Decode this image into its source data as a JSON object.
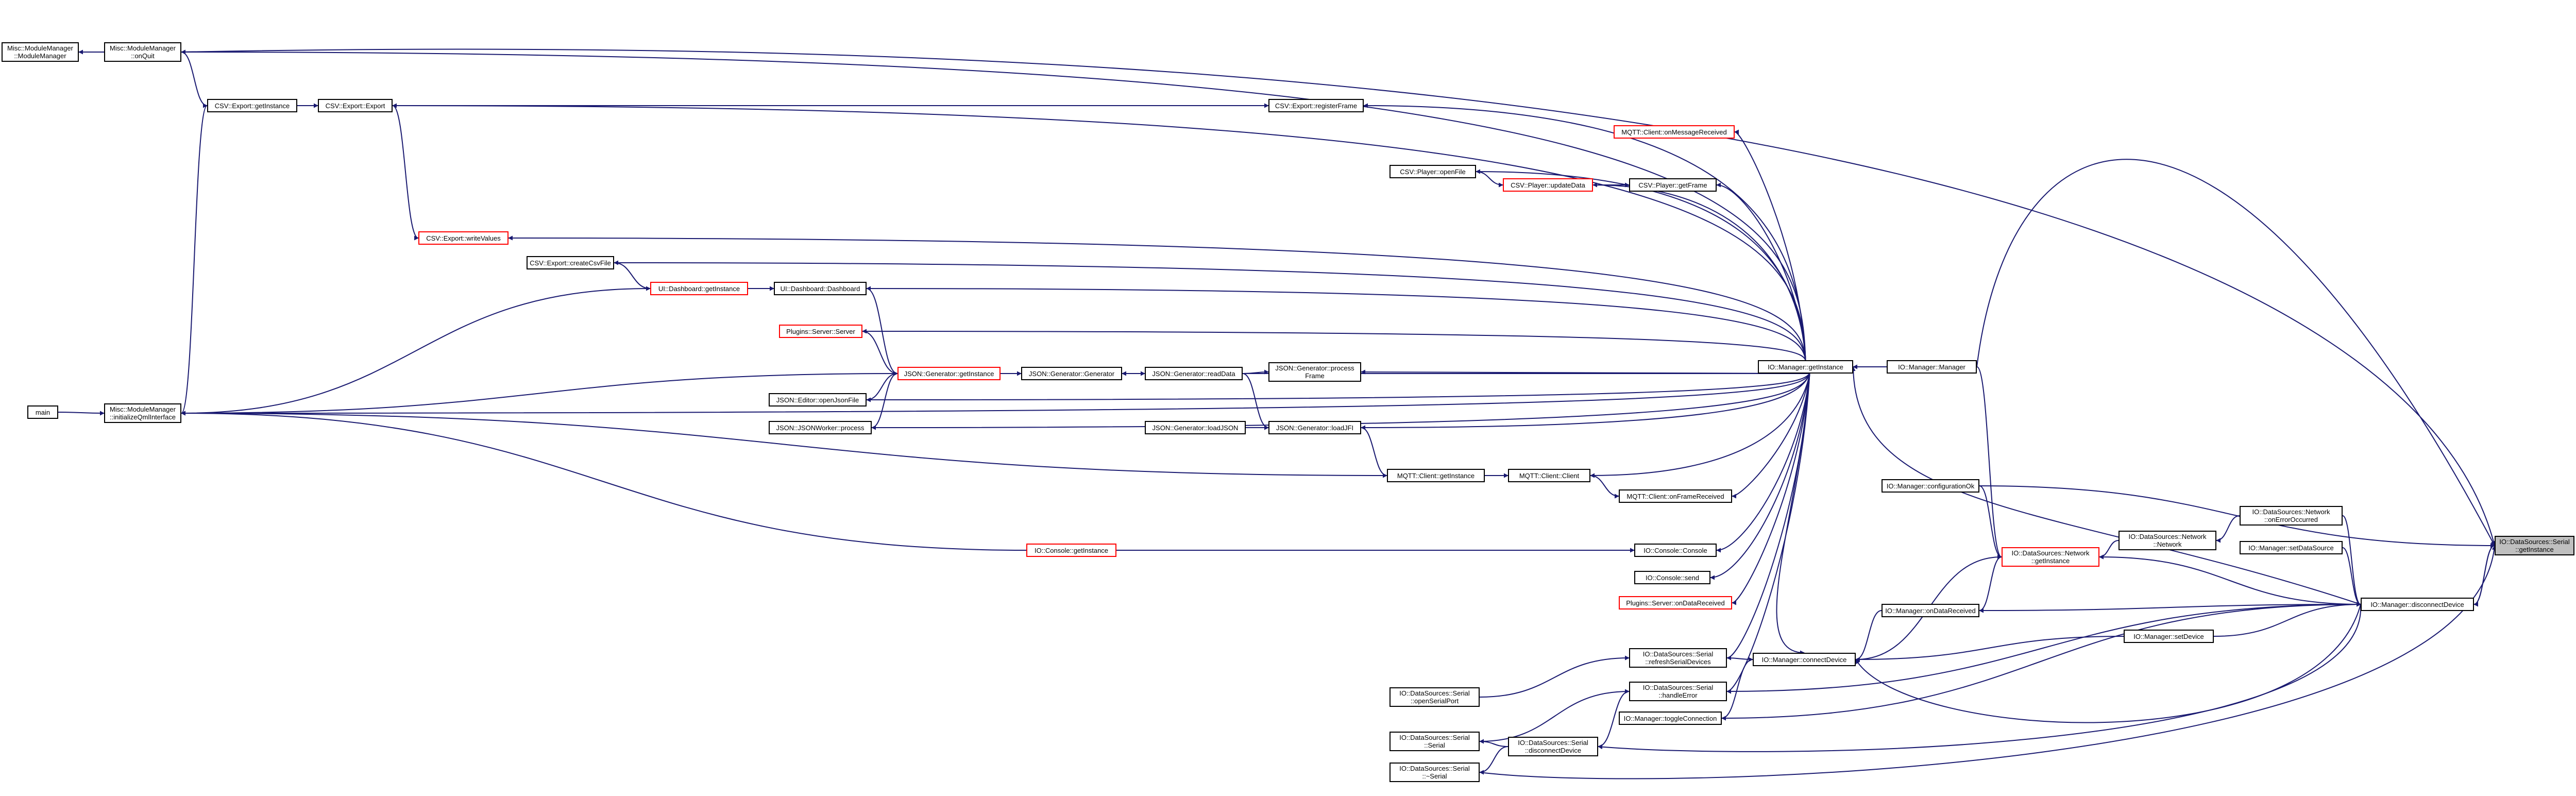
{
  "edge_color": "#191970",
  "truncated_border_color": "#ff0000",
  "highlight_fill": "#bfbfbf",
  "nodes": [
    {
      "id": "misc_mm_ctor",
      "label": "Misc::ModuleManager\n::ModuleManager",
      "style": "normal"
    },
    {
      "id": "misc_mm_onquit",
      "label": "Misc::ModuleManager\n::onQuit",
      "style": "normal"
    },
    {
      "id": "main",
      "label": "main",
      "style": "normal"
    },
    {
      "id": "misc_mm_init",
      "label": "Misc::ModuleManager\n::initializeQmlInterface",
      "style": "normal"
    },
    {
      "id": "csv_export_getinstance",
      "label": "CSV::Export::getInstance",
      "style": "normal"
    },
    {
      "id": "csv_export_export",
      "label": "CSV::Export::Export",
      "style": "normal"
    },
    {
      "id": "csv_export_writevalues",
      "label": "CSV::Export::writeValues",
      "style": "truncated"
    },
    {
      "id": "csv_export_createcsv",
      "label": "CSV::Export::createCsvFile",
      "style": "normal"
    },
    {
      "id": "ui_dashboard_getinstance",
      "label": "UI::Dashboard::getInstance",
      "style": "truncated"
    },
    {
      "id": "ui_dashboard_dashboard",
      "label": "UI::Dashboard::Dashboard",
      "style": "normal"
    },
    {
      "id": "plugins_server_server",
      "label": "Plugins::Server::Server",
      "style": "truncated"
    },
    {
      "id": "json_generator_getinstance",
      "label": "JSON::Generator::getInstance",
      "style": "truncated"
    },
    {
      "id": "json_editor_openjson",
      "label": "JSON::Editor::openJsonFile",
      "style": "normal"
    },
    {
      "id": "json_jsonworker_process",
      "label": "JSON::JSONWorker::process",
      "style": "normal"
    },
    {
      "id": "json_generator_generator",
      "label": "JSON::Generator::Generator",
      "style": "normal"
    },
    {
      "id": "json_generator_readdata",
      "label": "JSON::Generator::readData",
      "style": "normal"
    },
    {
      "id": "json_generator_processframe",
      "label": "JSON::Generator::process\nFrame",
      "style": "normal"
    },
    {
      "id": "json_generator_loadjson",
      "label": "JSON::Generator::loadJSON",
      "style": "normal"
    },
    {
      "id": "json_generator_loadjfi",
      "label": "JSON::Generator::loadJFI",
      "style": "normal"
    },
    {
      "id": "mqtt_client_getinstance",
      "label": "MQTT::Client::getInstance",
      "style": "normal"
    },
    {
      "id": "mqtt_client_client",
      "label": "MQTT::Client::Client",
      "style": "normal"
    },
    {
      "id": "mqtt_client_onframereceived",
      "label": "MQTT::Client::onFrameReceived",
      "style": "normal"
    },
    {
      "id": "mqtt_client_onmessagereceived",
      "label": "MQTT::Client::onMessageReceived",
      "style": "truncated"
    },
    {
      "id": "csv_export_registerframe",
      "label": "CSV::Export::registerFrame",
      "style": "normal"
    },
    {
      "id": "csv_player_openfile",
      "label": "CSV::Player::openFile",
      "style": "normal"
    },
    {
      "id": "csv_player_updatedata",
      "label": "CSV::Player::updateData",
      "style": "truncated"
    },
    {
      "id": "csv_player_getframe",
      "label": "CSV::Player::getFrame",
      "style": "normal"
    },
    {
      "id": "io_console_getinstance",
      "label": "IO::Console::getInstance",
      "style": "truncated"
    },
    {
      "id": "io_console_console",
      "label": "IO::Console::Console",
      "style": "normal"
    },
    {
      "id": "io_console_send",
      "label": "IO::Console::send",
      "style": "normal"
    },
    {
      "id": "plugins_server_ondatareceived",
      "label": "Plugins::Server::onDataReceived",
      "style": "truncated"
    },
    {
      "id": "io_manager_getinstance",
      "label": "IO::Manager::getInstance",
      "style": "normal"
    },
    {
      "id": "io_manager_manager",
      "label": "IO::Manager::Manager",
      "style": "normal"
    },
    {
      "id": "io_manager_configurationok",
      "label": "IO::Manager::configurationOk",
      "style": "normal"
    },
    {
      "id": "io_ds_network_getinstance",
      "label": "IO::DataSources::Network\n::getInstance",
      "style": "truncated"
    },
    {
      "id": "io_ds_network_network",
      "label": "IO::DataSources::Network\n::Network",
      "style": "normal"
    },
    {
      "id": "io_ds_network_onerroroccurred",
      "label": "IO::DataSources::Network\n::onErrorOccurred",
      "style": "normal"
    },
    {
      "id": "io_manager_setdatasource",
      "label": "IO::Manager::setDataSource",
      "style": "normal"
    },
    {
      "id": "io_manager_ondatareceived",
      "label": "IO::Manager::onDataReceived",
      "style": "normal"
    },
    {
      "id": "io_manager_setdevice",
      "label": "IO::Manager::setDevice",
      "style": "normal"
    },
    {
      "id": "io_manager_disconnectdevice",
      "label": "IO::Manager::disconnectDevice",
      "style": "normal"
    },
    {
      "id": "io_manager_connectdevice",
      "label": "IO::Manager::connectDevice",
      "style": "normal"
    },
    {
      "id": "io_manager_toggleconnection",
      "label": "IO::Manager::toggleConnection",
      "style": "normal"
    },
    {
      "id": "io_ds_serial_refresh",
      "label": "IO::DataSources::Serial\n::refreshSerialDevices",
      "style": "normal"
    },
    {
      "id": "io_ds_serial_handleerror",
      "label": "IO::DataSources::Serial\n::handleError",
      "style": "normal"
    },
    {
      "id": "io_ds_serial_openserialport",
      "label": "IO::DataSources::Serial\n::openSerialPort",
      "style": "normal"
    },
    {
      "id": "io_ds_serial_serial",
      "label": "IO::DataSources::Serial\n::Serial",
      "style": "normal"
    },
    {
      "id": "io_ds_serial_disconnect",
      "label": "IO::DataSources::Serial\n::disconnectDevice",
      "style": "normal"
    },
    {
      "id": "io_ds_serial_dtor",
      "label": "IO::DataSources::Serial\n::~Serial",
      "style": "normal"
    },
    {
      "id": "io_ds_serial_getinstance",
      "label": "IO::DataSources::Serial\n::getInstance",
      "style": "highlighted"
    }
  ]
}
